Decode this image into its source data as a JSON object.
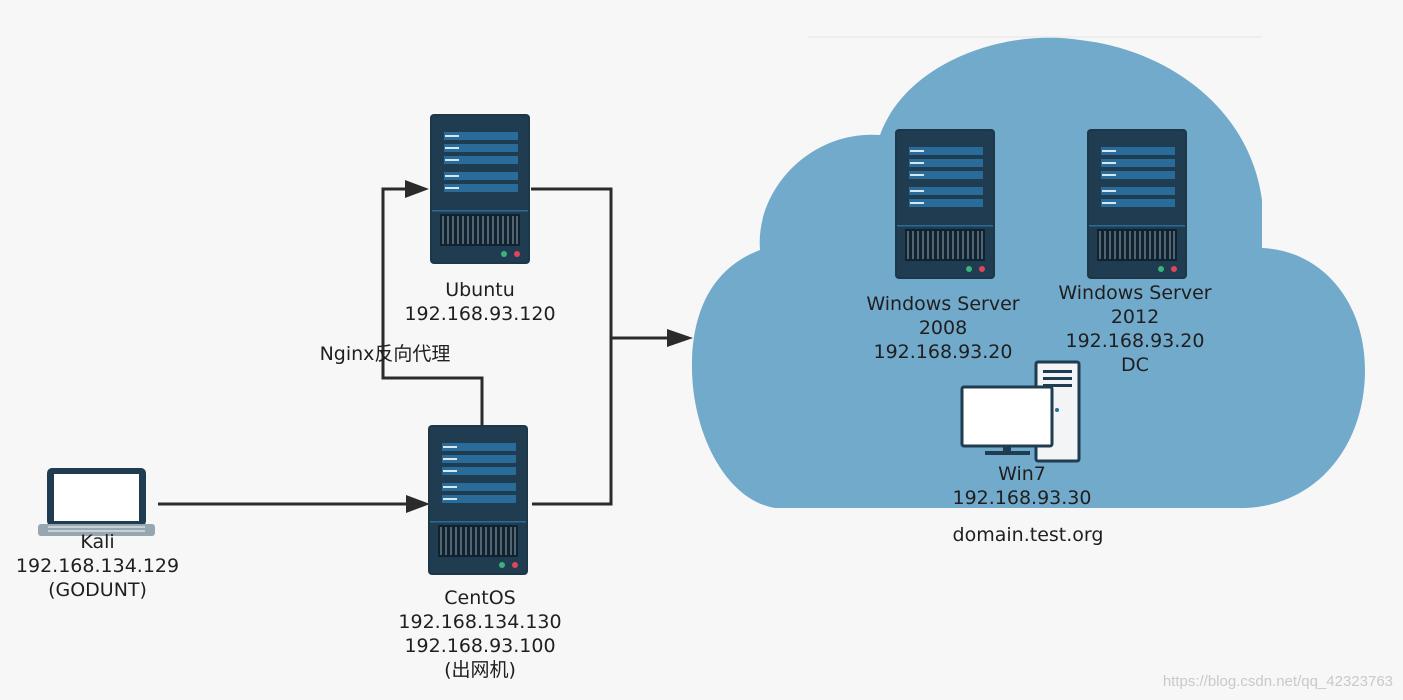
{
  "nodes": {
    "kali": {
      "name": "Kali",
      "ip": "192.168.134.129",
      "note": "(GODUNT)"
    },
    "ubuntu": {
      "name": "Ubuntu",
      "ip": "192.168.93.120"
    },
    "centos": {
      "name": "CentOS",
      "ip1": "192.168.134.130",
      "ip2": "192.168.93.100",
      "note": "(出网机)"
    },
    "ws2008": {
      "name": "Windows Server",
      "version": "2008",
      "ip": "192.168.93.20"
    },
    "ws2012": {
      "name": "Windows Server",
      "version": "2012",
      "ip": "192.168.93.20",
      "role": "DC"
    },
    "win7": {
      "name": "Win7",
      "ip": "192.168.93.30"
    }
  },
  "edge_labels": {
    "nginx": "Nginx反向代理"
  },
  "domain_label": "domain.test.org",
  "watermark": "https://blog.csdn.net/qq_42323763",
  "colors": {
    "cloud": "#72aacb",
    "server_body": "#1d3749",
    "server_bar": "#2a6c99",
    "line": "#2b2b2b"
  }
}
